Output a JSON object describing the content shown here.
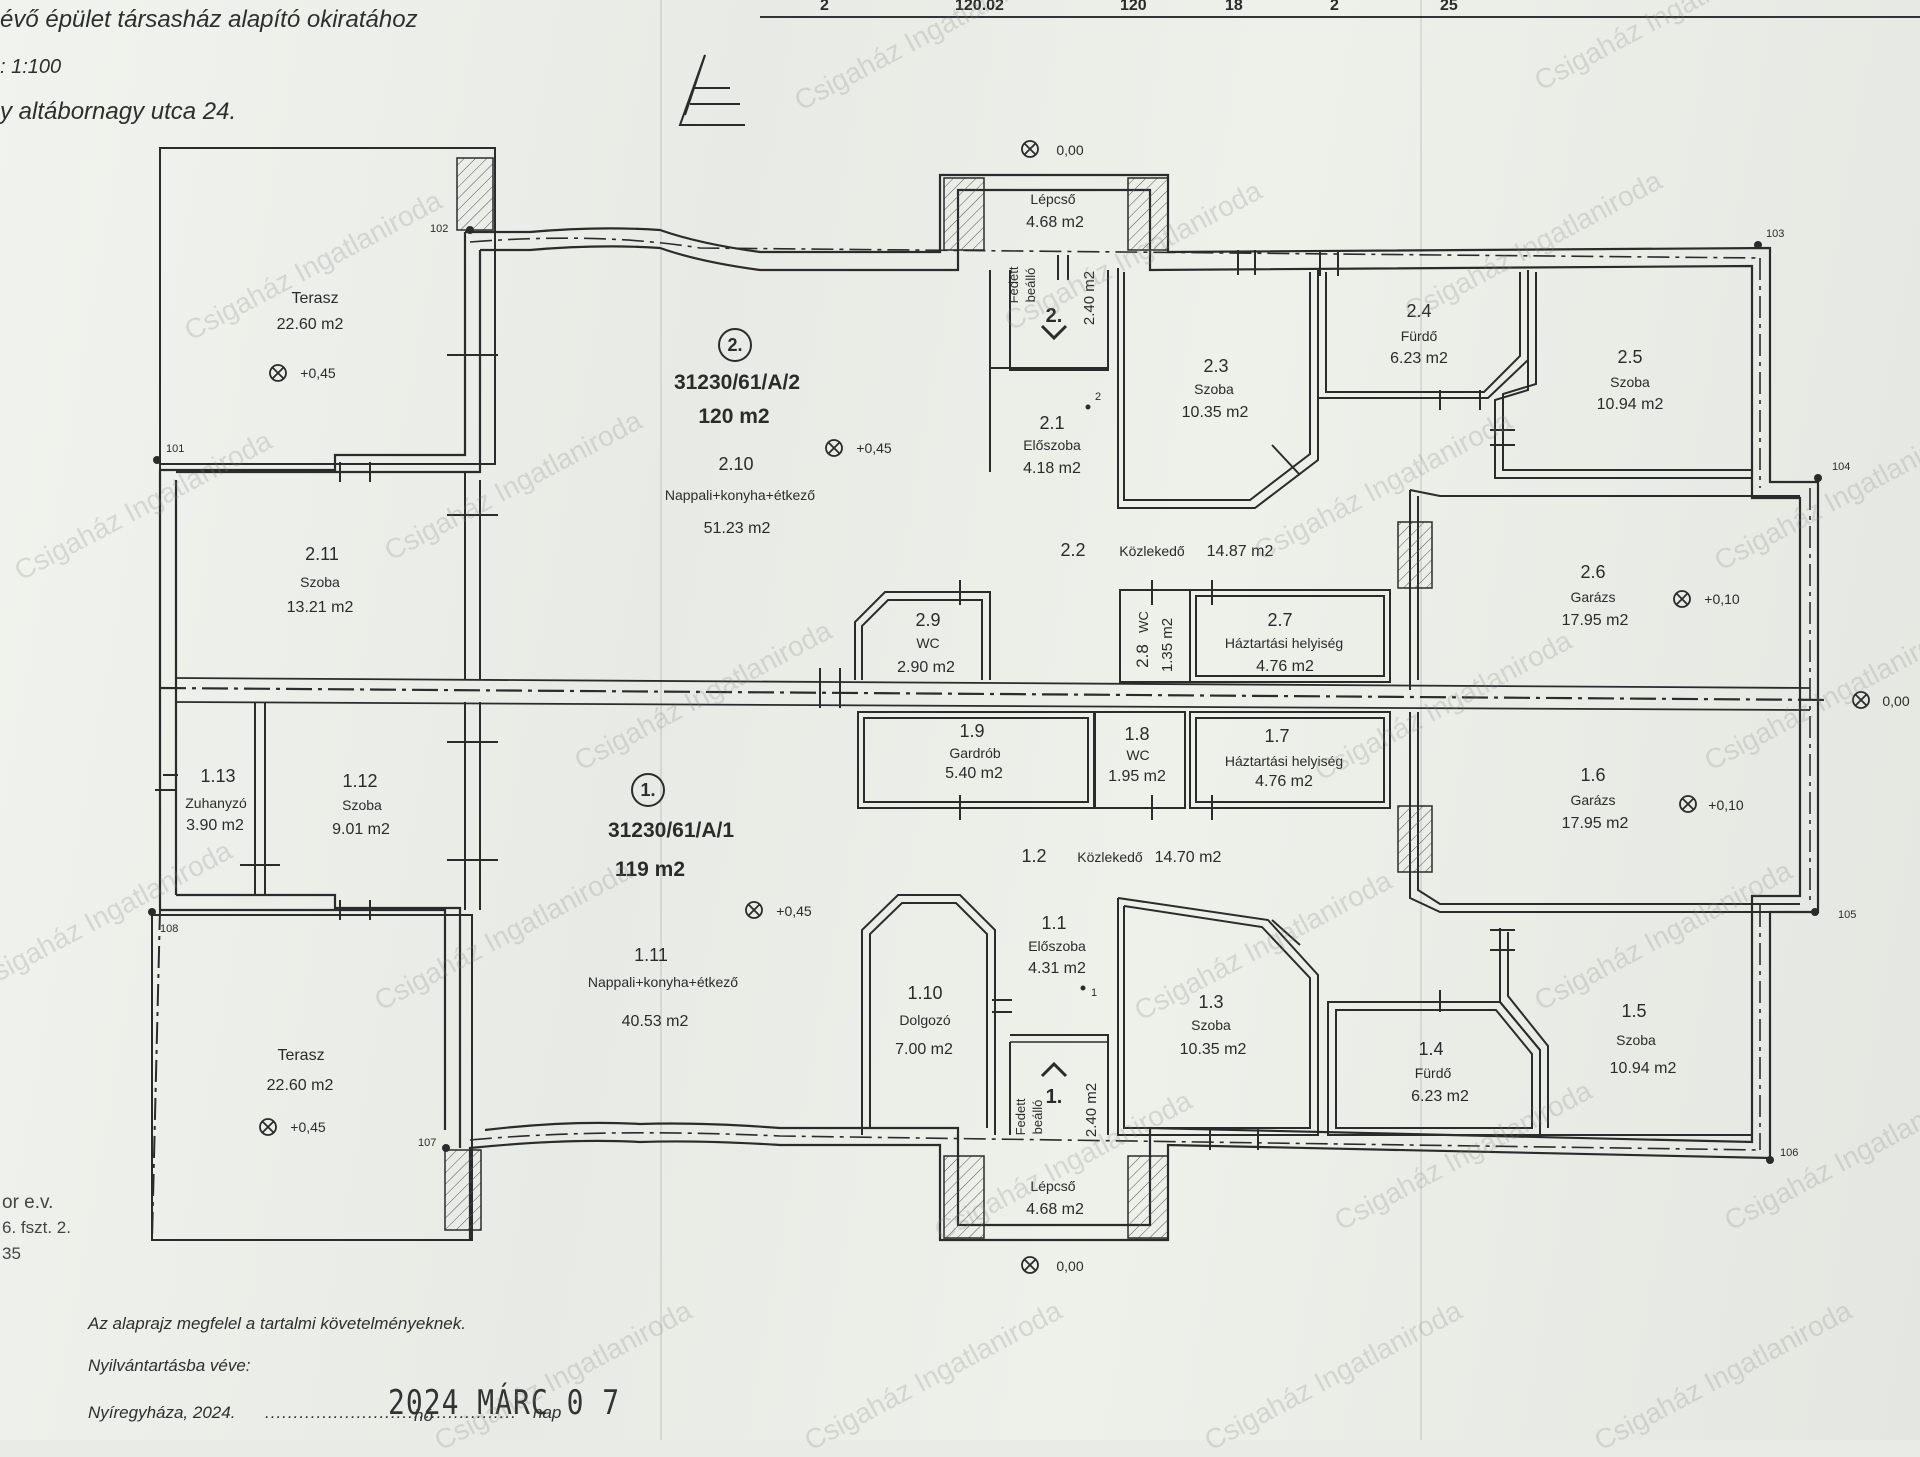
{
  "header": {
    "line1": "évő épület társasház alapító okiratához",
    "line2": ": 1:100",
    "line3": "y altábornagy utca 24."
  },
  "top_table": [
    "2",
    "120.02",
    "120",
    "18",
    "2",
    "25"
  ],
  "unit2": {
    "badge": "2.",
    "parcel": "31230/61/A/2",
    "area": "120 m2"
  },
  "unit1": {
    "badge": "1.",
    "parcel": "31230/61/A/1",
    "area": "119 m2"
  },
  "rooms": {
    "terasz_top": {
      "name": "Terasz",
      "area": "22.60 m2",
      "level": "+0,45"
    },
    "terasz_bottom": {
      "name": "Terasz",
      "area": "22.60 m2",
      "level": "+0,45"
    },
    "r2_10": {
      "num": "2.10",
      "name": "Nappali+konyha+étkező",
      "area": "51.23 m2",
      "level": "+0,45"
    },
    "r2_11": {
      "num": "2.11",
      "name": "Szoba",
      "area": "13.21 m2"
    },
    "r2_1": {
      "num": "2.1",
      "name": "Előszoba",
      "area": "4.18 m2"
    },
    "r2_2": {
      "num": "2.2",
      "name": "Közlekedő",
      "area": "14.87 m2"
    },
    "r2_3": {
      "num": "2.3",
      "name": "Szoba",
      "area": "10.35 m2"
    },
    "r2_4": {
      "num": "2.4",
      "name": "Fürdő",
      "area": "6.23 m2"
    },
    "r2_5": {
      "num": "2.5",
      "name": "Szoba",
      "area": "10.94 m2"
    },
    "r2_6": {
      "num": "2.6",
      "name": "Garázs",
      "area": "17.95 m2",
      "level": "+0,10"
    },
    "r2_7": {
      "num": "2.7",
      "name": "Háztartási helyiség",
      "area": "4.76 m2"
    },
    "r2_8": {
      "num": "2.8",
      "name": "WC",
      "area": "1.35 m2"
    },
    "r2_9": {
      "num": "2.9",
      "name": "WC",
      "area": "2.90 m2"
    },
    "r1_11": {
      "num": "1.11",
      "name": "Nappali+konyha+étkező",
      "area": "40.53 m2",
      "level": "+0,45"
    },
    "r1_12": {
      "num": "1.12",
      "name": "Szoba",
      "area": "9.01 m2"
    },
    "r1_13": {
      "num": "1.13",
      "name": "Zuhanyzó",
      "area": "3.90 m2"
    },
    "r1_10": {
      "num": "1.10",
      "name": "Dolgozó",
      "area": "7.00 m2"
    },
    "r1_9": {
      "num": "1.9",
      "name": "Gardrób",
      "area": "5.40 m2"
    },
    "r1_8": {
      "num": "1.8",
      "name": "WC",
      "area": "1.95 m2"
    },
    "r1_7": {
      "num": "1.7",
      "name": "Háztartási helyiség",
      "area": "4.76 m2"
    },
    "r1_6": {
      "num": "1.6",
      "name": "Garázs",
      "area": "17.95 m2",
      "level": "+0,10"
    },
    "r1_5": {
      "num": "1.5",
      "name": "Szoba",
      "area": "10.94 m2"
    },
    "r1_4": {
      "num": "1.4",
      "name": "Fürdő",
      "area": "6.23 m2"
    },
    "r1_3": {
      "num": "1.3",
      "name": "Szoba",
      "area": "10.35 m2"
    },
    "r1_2": {
      "num": "1.2",
      "name": "Közlekedő",
      "area": "14.70 m2"
    },
    "r1_1": {
      "num": "1.1",
      "name": "Előszoba",
      "area": "4.31 m2"
    },
    "lepcso_top": {
      "name": "Lépcső",
      "area": "4.68 m2",
      "level": "0,00"
    },
    "lepcso_bottom": {
      "name": "Lépcső",
      "area": "4.68 m2",
      "level": "0,00"
    },
    "beallo_top": {
      "name1": "Fedett",
      "name2": "beálló",
      "area": "2.40 m2",
      "badge": "2."
    },
    "beallo_bottom": {
      "name1": "Fedett",
      "name2": "beálló",
      "area": "2.40 m2",
      "badge": "1."
    }
  },
  "levels": {
    "right_side": "0,00"
  },
  "points": [
    "101",
    "102",
    "103",
    "104",
    "105",
    "106",
    "107",
    "108"
  ],
  "entry_marks": [
    "2",
    "1"
  ],
  "left_fragments": [
    "or e.v.",
    "6. fszt. 2.",
    "35"
  ],
  "footer": {
    "line1": "Az alaprajz megfelel a tartalmi követelményeknek.",
    "line2": "Nyilvántartásba véve:",
    "line3_prefix": "Nyíregyháza, 2024.",
    "line3_dots": "............................................",
    "line3_suffix": "nap",
    "stamp": "2024 MÁRC 0 7",
    "ho": "hó"
  },
  "watermark": "Csigaház Ingatlaniroda",
  "colors": {
    "ink": "#2b2b2b",
    "paper": "#eef0ea",
    "watermark": "#9a9a9a"
  }
}
